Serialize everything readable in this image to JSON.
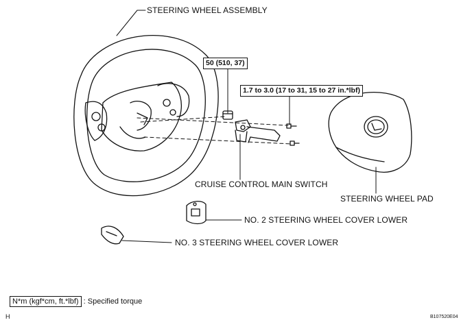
{
  "labels": {
    "steering_wheel_assembly": "STEERING WHEEL ASSEMBLY",
    "cruise_control_main_switch": "CRUISE CONTROL MAIN SWITCH",
    "steering_wheel_pad": "STEERING WHEEL PAD",
    "no2_cover_lower": "NO. 2 STEERING WHEEL COVER LOWER",
    "no3_cover_lower": "NO. 3 STEERING WHEEL COVER LOWER"
  },
  "torque": {
    "nut_spec": "50 (510, 37)",
    "screw_spec": "1.7 to 3.0 (17 to 31, 15 to 27 in.*lbf)"
  },
  "legend": {
    "unit_box": "N*m (kgf*cm, ft.*lbf)",
    "text": ": Specified torque"
  },
  "corner": {
    "left": "H",
    "right": "B107520E04"
  }
}
